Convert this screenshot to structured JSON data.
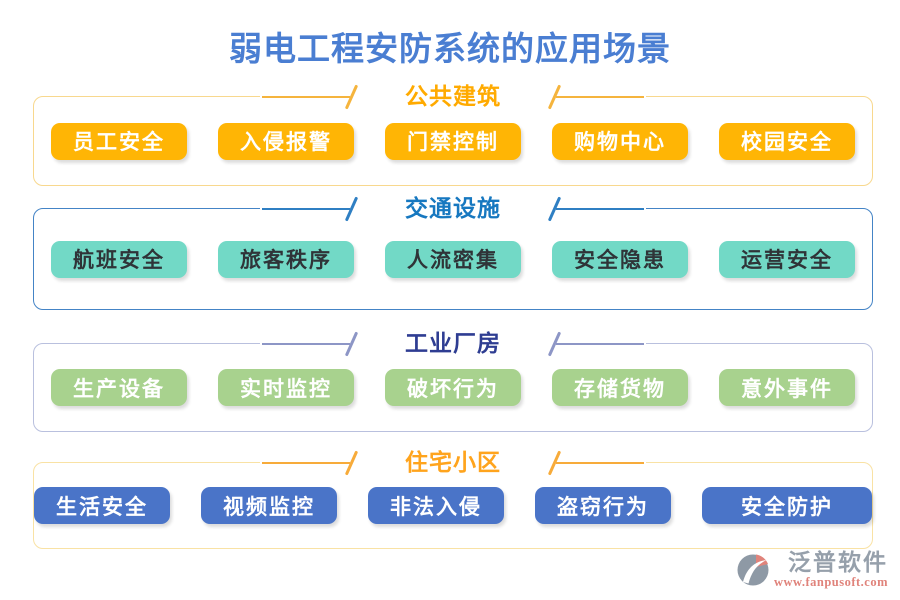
{
  "page": {
    "title": "弱电工程安防系统的应用场景",
    "title_color": "#4a7ed2",
    "background": "#ffffff"
  },
  "sections": [
    {
      "title": "公共建筑",
      "colors": {
        "title": "#ffaa00",
        "line": "#f5b43d",
        "border": "#f8d88e",
        "button_bg": "#ffb505",
        "button_text": "#ffffff"
      },
      "buttons": [
        "员工安全",
        "入侵报警",
        "门禁控制",
        "购物中心",
        "校园安全"
      ]
    },
    {
      "title": "交通设施",
      "colors": {
        "title": "#1778c0",
        "line": "#2f7fc3",
        "border": "#4484c6",
        "button_bg": "#72d9c6",
        "button_text": "#2f3438"
      },
      "buttons": [
        "航班安全",
        "旅客秩序",
        "人流密集",
        "安全隐患",
        "运营安全"
      ]
    },
    {
      "title": "工业厂房",
      "colors": {
        "title": "#2e3d92",
        "line": "#8d96c6",
        "border": "#b9c0de",
        "button_bg": "#a8d28e",
        "button_text": "#ffffff"
      },
      "buttons": [
        "生产设备",
        "实时监控",
        "破坏行为",
        "存储货物",
        "意外事件"
      ]
    },
    {
      "title": "住宅小区",
      "colors": {
        "title": "#ffa41d",
        "line": "#f7ab3a",
        "border": "#f9e2a4",
        "button_bg": "#4a74c8",
        "button_text": "#ffffff"
      },
      "buttons": [
        "生活安全",
        "视频监控",
        "非法入侵",
        "盗窃行为",
        "安全防护"
      ]
    }
  ],
  "footer": {
    "brand": "泛普软件",
    "url": "www.fanpusoft.com",
    "brand_color": "#96a0ab",
    "url_color": "#e0837b",
    "logo_gray": "#8e99a5",
    "logo_accent": "#e0837b"
  }
}
